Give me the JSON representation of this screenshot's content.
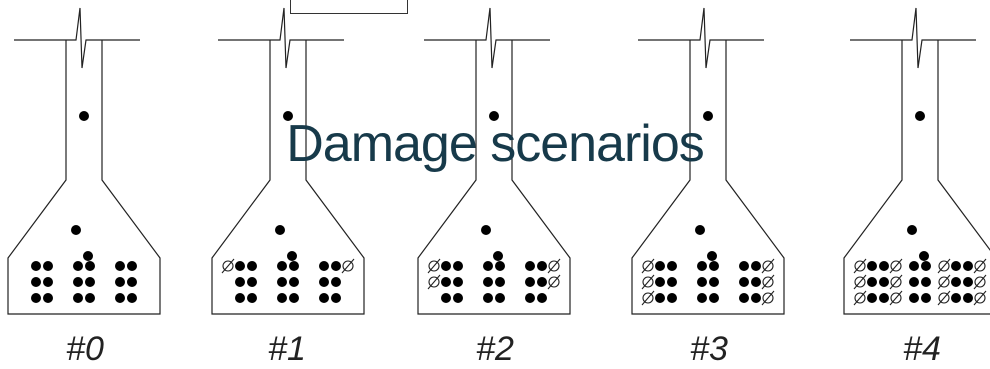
{
  "title": "Damage scenarios",
  "colors": {
    "title": "#173a4a",
    "stroke": "#222222",
    "bar": "#000000"
  },
  "scenarios": [
    {
      "label": "#0",
      "damaged_bars": []
    },
    {
      "label": "#1",
      "damaged_bars": [
        "left-top-left",
        "right-top-right"
      ]
    },
    {
      "label": "#2",
      "damaged_bars": [
        "left-top-left",
        "left-mid-left",
        "right-top-right",
        "right-mid-right"
      ]
    },
    {
      "label": "#3",
      "damaged_bars": [
        "left-top-left",
        "left-mid-left",
        "left-bot-left",
        "right-top-right",
        "right-mid-right",
        "right-bot-right"
      ]
    },
    {
      "label": "#4",
      "damaged_bars": [
        "left-top-left",
        "left-mid-left",
        "left-bot-left",
        "left-top-right",
        "left-mid-right",
        "left-bot-right",
        "right-top-left",
        "right-mid-left",
        "right-bot-left",
        "right-top-right",
        "right-mid-right",
        "right-bot-right"
      ]
    }
  ]
}
